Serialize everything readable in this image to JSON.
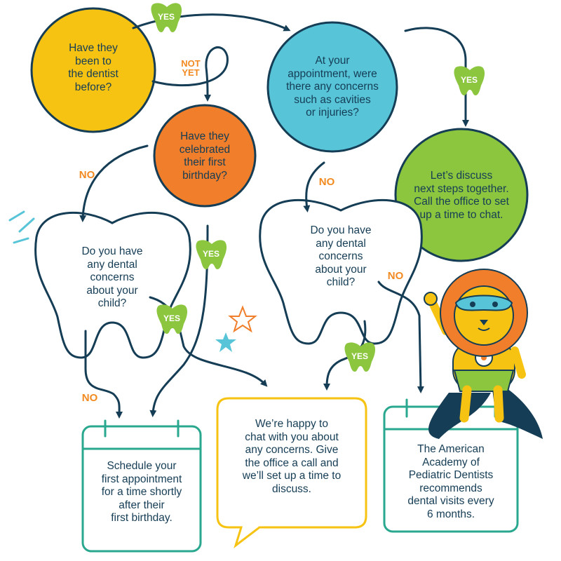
{
  "colors": {
    "navy": "#153d55",
    "yellow": "#f7c313",
    "orange": "#f07e2a",
    "blue": "#57c4d8",
    "green": "#8cc63f",
    "teal": "#2aa88f",
    "label_orange": "#f28a22"
  },
  "nodes": {
    "dentist_before": "Have they\nbeen to\nthe dentist\nbefore?",
    "concerns_at_appointment": "At your\nappointment, were\nthere any concerns\nsuch as cavities\nor injuries?",
    "first_birthday": "Have they\ncelebrated\ntheir first\nbirthday?",
    "discuss_next_steps": "Let’s discuss\nnext steps together.\nCall the office to set\nup a time to chat.",
    "dental_concerns_left": "Do you have\nany dental\nconcerns\nabout your\nchild?",
    "dental_concerns_middle": "Do you have\nany dental\nconcerns\nabout your\nchild?",
    "schedule_first_appointment": "Schedule your\nfirst appointment\nfor a time shortly\nafter their\nfirst birthday.",
    "happy_to_chat": "We’re happy to\nchat with you about\nany concerns. Give\nthe office a call and\nwe’ll set up a time to\ndiscuss.",
    "aapd_recommends": "The American\nAcademy of\nPediatric Dentists\nrecommends\ndental visits every\n6 months."
  },
  "edge_labels": {
    "yes_top": "YES",
    "not_yet": "NOT\nYET",
    "yes_right": "YES",
    "no_left": "NO",
    "no_middle": "NO",
    "yes_center": "YES",
    "yes_left_tooth": "YES",
    "no_right": "NO",
    "no_bottom_left": "NO",
    "yes_bottom_mid": "YES"
  }
}
